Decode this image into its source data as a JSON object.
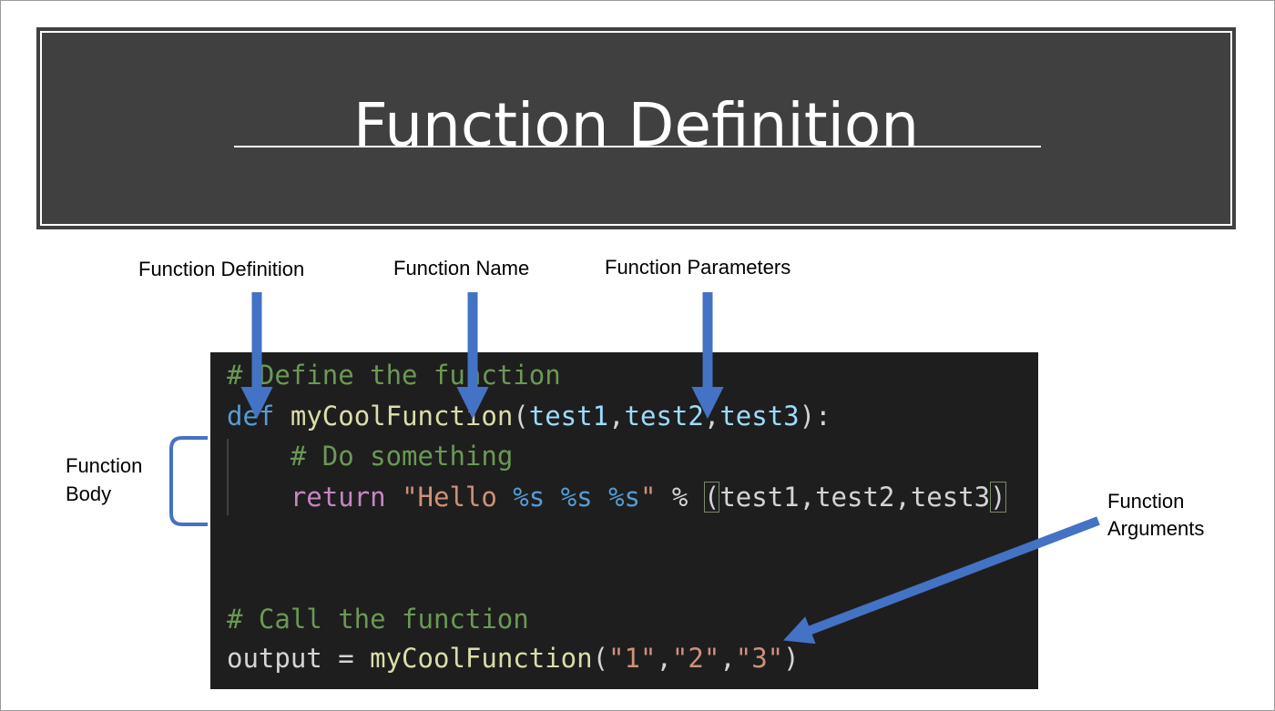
{
  "title": "Function Definition",
  "labels": {
    "function_definition": "Function Definition",
    "function_name": "Function Name",
    "function_parameters": "Function Parameters",
    "function_body": "Function\nBody",
    "function_body_line1": "Function",
    "function_body_line2": "Body",
    "function_arguments_line1": "Function",
    "function_arguments_line2": "Arguments"
  },
  "code": {
    "line1_comment": "# Define the function",
    "line2_def": "def",
    "line2_name": "myCoolFunction",
    "line2_open": "(",
    "line2_p1": "test1",
    "line2_comma1": ",",
    "line2_p2": "test2",
    "line2_comma2": ",",
    "line2_p3": "test3",
    "line2_close": "):",
    "line3_comment": "# Do something",
    "line4_return": "return",
    "line4_str_open": "\"Hello ",
    "line4_fmt1": "%s",
    "line4_sp1": " ",
    "line4_fmt2": "%s",
    "line4_sp2": " ",
    "line4_fmt3": "%s",
    "line4_str_close": "\"",
    "line4_mod": " % ",
    "line4_paren_open": "(",
    "line4_args": "test1,test2,test3",
    "line4_paren_close": ")",
    "line5_comment": "# Call the function",
    "line6_assign": "output = ",
    "line6_name": "myCoolFunction",
    "line6_open": "(",
    "line6_a1": "\"1\"",
    "line6_c1": ",",
    "line6_a2": "\"2\"",
    "line6_c2": ",",
    "line6_a3": "\"3\"",
    "line6_close": ")"
  },
  "colors": {
    "title_bg": "#404040",
    "code_bg": "#1e1e1e",
    "arrow": "#4472c4"
  }
}
